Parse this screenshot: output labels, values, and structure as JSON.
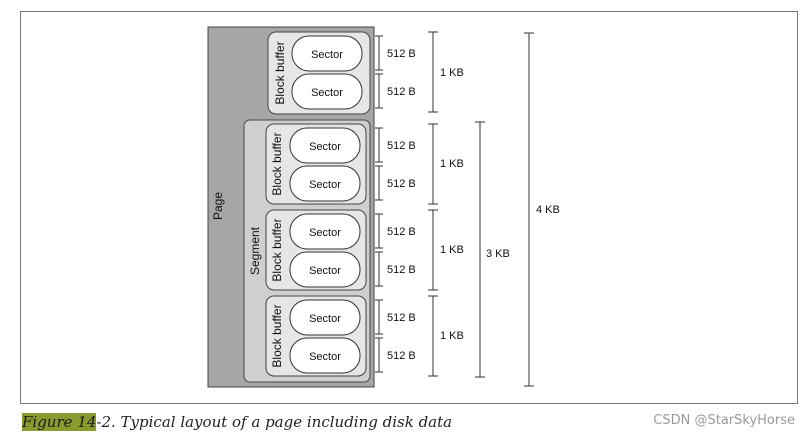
{
  "diagram": {
    "labels": {
      "page": "Page",
      "segment": "Segment",
      "block_buffer": "Block buffer",
      "sector": "Sector",
      "sector_size": "512 B",
      "block_size": "1 KB",
      "segment_size": "3 KB",
      "page_size": "4 KB"
    }
  },
  "caption": {
    "figure_ref": "Figure 14",
    "figure_suffix": "-2.",
    "text": " Typical layout of a page including disk data"
  },
  "watermark": "CSDN @StarSkyHorse",
  "colors": {
    "page_fill": "#a6a6a6",
    "segment_fill": "#cfcfcf",
    "block_fill": "#e6e6e6",
    "sector_fill": "#ffffff",
    "caption_highlight": "#8a9a2e"
  }
}
